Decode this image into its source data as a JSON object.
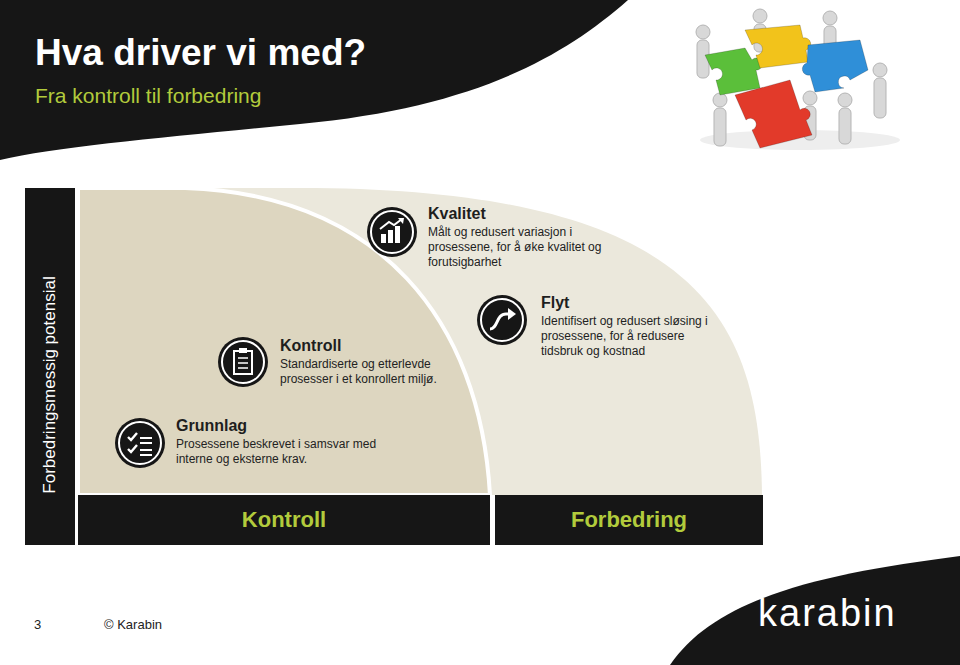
{
  "diagram": {
    "title": "Hva driver vi med?",
    "nodes": [
      {
        "text": [
          "Forbedringsmessig potensial"
        ]
      },
      {
        "text": [
          "Grunnlag",
          "Prosessene beskrevet i samsvar med interne og eksterne krav."
        ]
      },
      {
        "text": [
          "Kontroll",
          "Standardiserte og etterlevde prosesser i et konrollert miljø."
        ]
      },
      {
        "text": [
          "Kvalitet",
          "Målt og redusert variasjon i prosessene, for å øke kvalitet og forutsigbarhet"
        ]
      },
      {
        "text": [
          "Flyt",
          "Identifisert og redusert sløsing i prosessene, for å redusere tidsbruk og kostnad"
        ]
      },
      {
        "text": [
          "Kontroll"
        ]
      },
      {
        "text": [
          "Forbedring"
        ]
      }
    ],
    "labels": [
      "Fra kontroll til forbedring",
      "3",
      "© Karabin",
      "karabin"
    ]
  }
}
